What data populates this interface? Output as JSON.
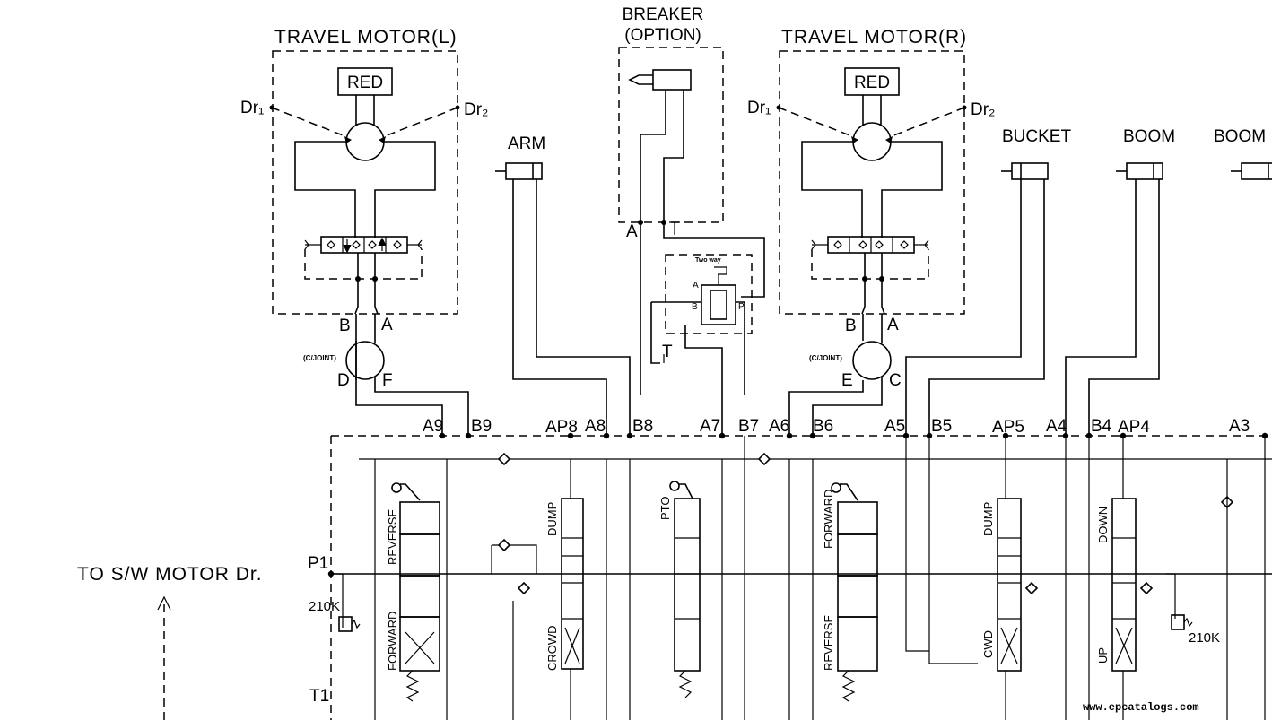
{
  "components": {
    "travel_motor_left": {
      "title": "TRAVEL MOTOR(L)",
      "valve": "RED",
      "drain1": "Dr₁",
      "drain2": "Dr₂",
      "port_b": "B",
      "port_a": "A"
    },
    "travel_motor_right": {
      "title": "TRAVEL MOTOR(R)",
      "valve": "RED",
      "drain1": "Dr₁",
      "drain2": "Dr₂",
      "port_b": "B",
      "port_a": "A"
    },
    "breaker": {
      "title_line1": "BREAKER",
      "title_line2": "(OPTION)",
      "port_a": "A",
      "port_t": "T"
    },
    "two_way_valve": {
      "label": "Two way",
      "port_a": "A",
      "port_b": "B",
      "port_p": "P",
      "port_t": "T"
    },
    "center_joint_left": {
      "label": "(C/JOINT)",
      "port_d": "D",
      "port_f": "F"
    },
    "center_joint_right": {
      "label": "(C/JOINT)",
      "port_e": "E",
      "port_c": "C"
    },
    "cylinders": {
      "arm": "ARM",
      "bucket": "BUCKET",
      "boom1": "BOOM",
      "boom2": "BOOM"
    }
  },
  "ports": [
    "A9",
    "B9",
    "AP8",
    "A8",
    "B8",
    "A7",
    "B7",
    "A6",
    "B6",
    "A5",
    "B5",
    "AP5",
    "A4",
    "B4",
    "AP4",
    "A3"
  ],
  "spools": {
    "travel_left": {
      "top": "REVERSE",
      "bottom": "FORWARD"
    },
    "arm": {
      "top": "DUMP",
      "bottom": "CROWD"
    },
    "pto": {
      "top": "PTO"
    },
    "travel_right": {
      "top": "FORWARD",
      "bottom": "REVERSE"
    },
    "bucket": {
      "top": "DUMP",
      "bottom": "CWD"
    },
    "boom": {
      "top": "DOWN",
      "bottom": "UP"
    }
  },
  "left_panel": {
    "swing_note": "TO S/W MOTOR Dr.",
    "p1": "P1",
    "t1": "T1",
    "relief_left": "210K",
    "relief_right": "210K"
  },
  "watermark": "www.epcatalogs.com"
}
